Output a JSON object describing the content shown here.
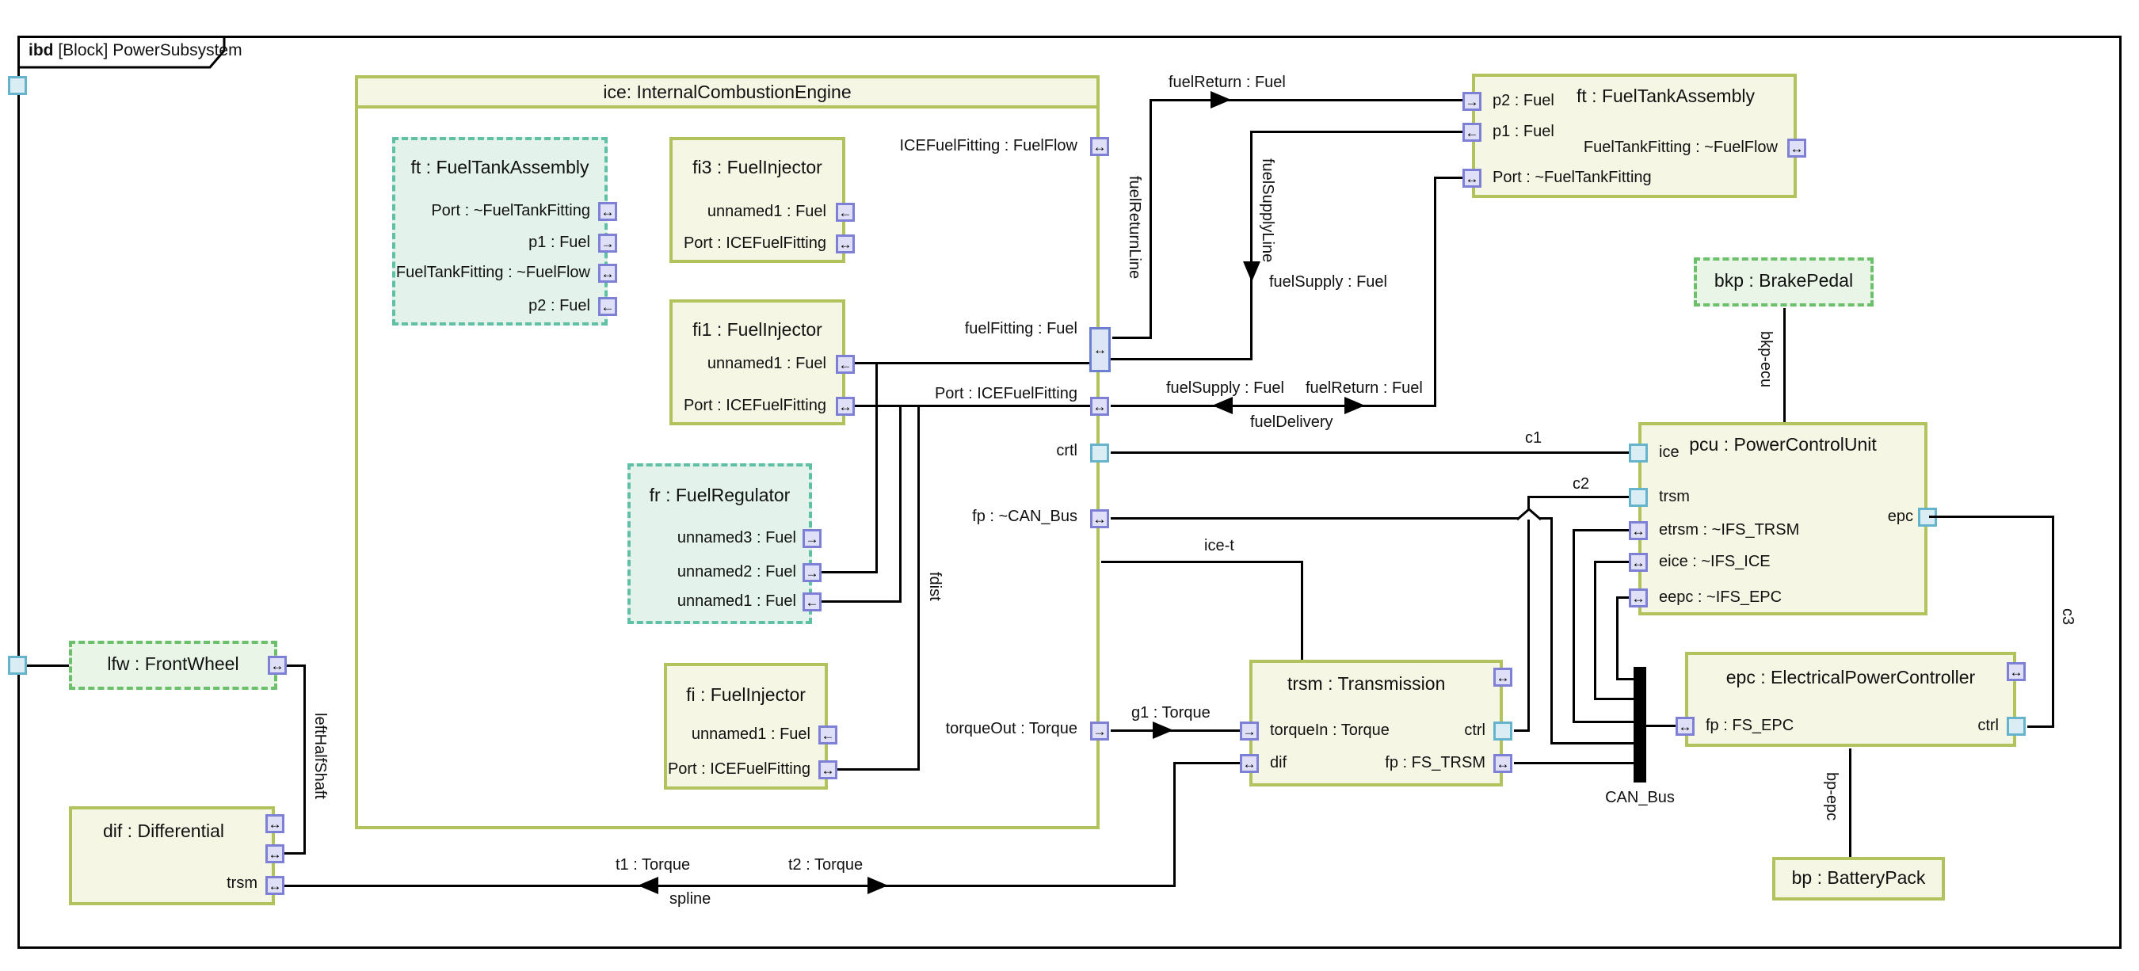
{
  "frame": {
    "tab_bold": "ibd",
    "tab_rest": " [Block] PowerSubsystem"
  },
  "colors": {
    "block_border": "#b2c25c",
    "block_fill": "#f5f6e3",
    "teal_border": "#5fc0a5",
    "teal_fill": "#e3f3ec",
    "green_border": "#6cc06c",
    "green_fill": "#e9f6e7",
    "port_border": "#7d80d4",
    "port_fill": "#dfe0f7",
    "plain_port_border": "#66b3cc",
    "plain_port_fill": "#daedf5",
    "line": "#000000"
  },
  "blocks": {
    "ice": {
      "title": "ice: InternalCombustionEngine",
      "ports": [
        {
          "label": "ICEFuelFitting : FuelFlow"
        },
        {
          "label": "fuelFitting : Fuel"
        },
        {
          "label": "Port : ICEFuelFitting"
        },
        {
          "label": "crtl"
        },
        {
          "label": "fp : ~CAN_Bus"
        },
        {
          "label": "torqueOut : Torque"
        }
      ]
    },
    "ft_inner": {
      "title": "ft : FuelTankAssembly",
      "ports": [
        {
          "label": "Port : ~FuelTankFitting"
        },
        {
          "label": "p1 : Fuel"
        },
        {
          "label": "FuelTankFitting : ~FuelFlow"
        },
        {
          "label": "p2 : Fuel"
        }
      ]
    },
    "fi3": {
      "title": "fi3 : FuelInjector",
      "ports": [
        {
          "label": "unnamed1 : Fuel"
        },
        {
          "label": "Port : ICEFuelFitting"
        }
      ]
    },
    "fi1": {
      "title": "fi1 : FuelInjector",
      "ports": [
        {
          "label": "unnamed1 : Fuel"
        },
        {
          "label": "Port : ICEFuelFitting"
        }
      ]
    },
    "fr": {
      "title": "fr : FuelRegulator",
      "ports": [
        {
          "label": "unnamed3 : Fuel"
        },
        {
          "label": "unnamed2 : Fuel"
        },
        {
          "label": "unnamed1 : Fuel"
        }
      ]
    },
    "fi": {
      "title": "fi : FuelInjector",
      "ports": [
        {
          "label": "unnamed1 : Fuel"
        },
        {
          "label": "Port : ICEFuelFitting"
        }
      ]
    },
    "ft": {
      "title": "ft : FuelTankAssembly",
      "ports": [
        {
          "label": "p2 : Fuel"
        },
        {
          "label": "p1 : Fuel"
        },
        {
          "label": "Port : ~FuelTankFitting"
        },
        {
          "label": "FuelTankFitting : ~FuelFlow"
        }
      ]
    },
    "bkp": {
      "title": "bkp : BrakePedal"
    },
    "pcu": {
      "title": "pcu : PowerControlUnit",
      "ports": [
        {
          "label": "ice"
        },
        {
          "label": "trsm"
        },
        {
          "label": "etrsm : ~IFS_TRSM"
        },
        {
          "label": "eice : ~IFS_ICE"
        },
        {
          "label": "eepc : ~IFS_EPC"
        },
        {
          "label": "epc"
        }
      ]
    },
    "trsm": {
      "title": "trsm : Transmission",
      "ports": [
        {
          "label": "torqueIn : Torque"
        },
        {
          "label": "dif"
        },
        {
          "label": "ctrl"
        },
        {
          "label": "fp : FS_TRSM"
        }
      ]
    },
    "epc": {
      "title": "epc : ElectricalPowerController",
      "ports": [
        {
          "label": "fp : FS_EPC"
        },
        {
          "label": "ctrl"
        }
      ]
    },
    "bp": {
      "title": "bp : BatteryPack"
    },
    "lfw": {
      "title": "lfw : FrontWheel"
    },
    "dif": {
      "title": "dif : Differential",
      "ports": [
        {
          "label": "trsm"
        }
      ]
    }
  },
  "labels": {
    "fuel_return_top": "fuelReturn : Fuel",
    "fuel_return_line": "fuelReturnLine",
    "fuel_supply_line": "fuelSupplyLine",
    "fuel_supply_vert": "fuelSupply : Fuel",
    "fuel_supply_mid": "fuelSupply : Fuel",
    "fuel_return_mid": "fuelReturn : Fuel",
    "fuel_delivery": "fuelDelivery",
    "c1": "c1",
    "c2": "c2",
    "c3": "c3",
    "ice_t": "ice-t",
    "g1": "g1 : Torque",
    "fdist": "fdist",
    "bkp_ecu": "bkp-ecu",
    "bp_epc": "bp-epc",
    "can_bus": "CAN_Bus",
    "t1": "t1 : Torque",
    "t2": "t2 : Torque",
    "spline": "spline",
    "left_half_shaft": "leftHalfShaft"
  }
}
